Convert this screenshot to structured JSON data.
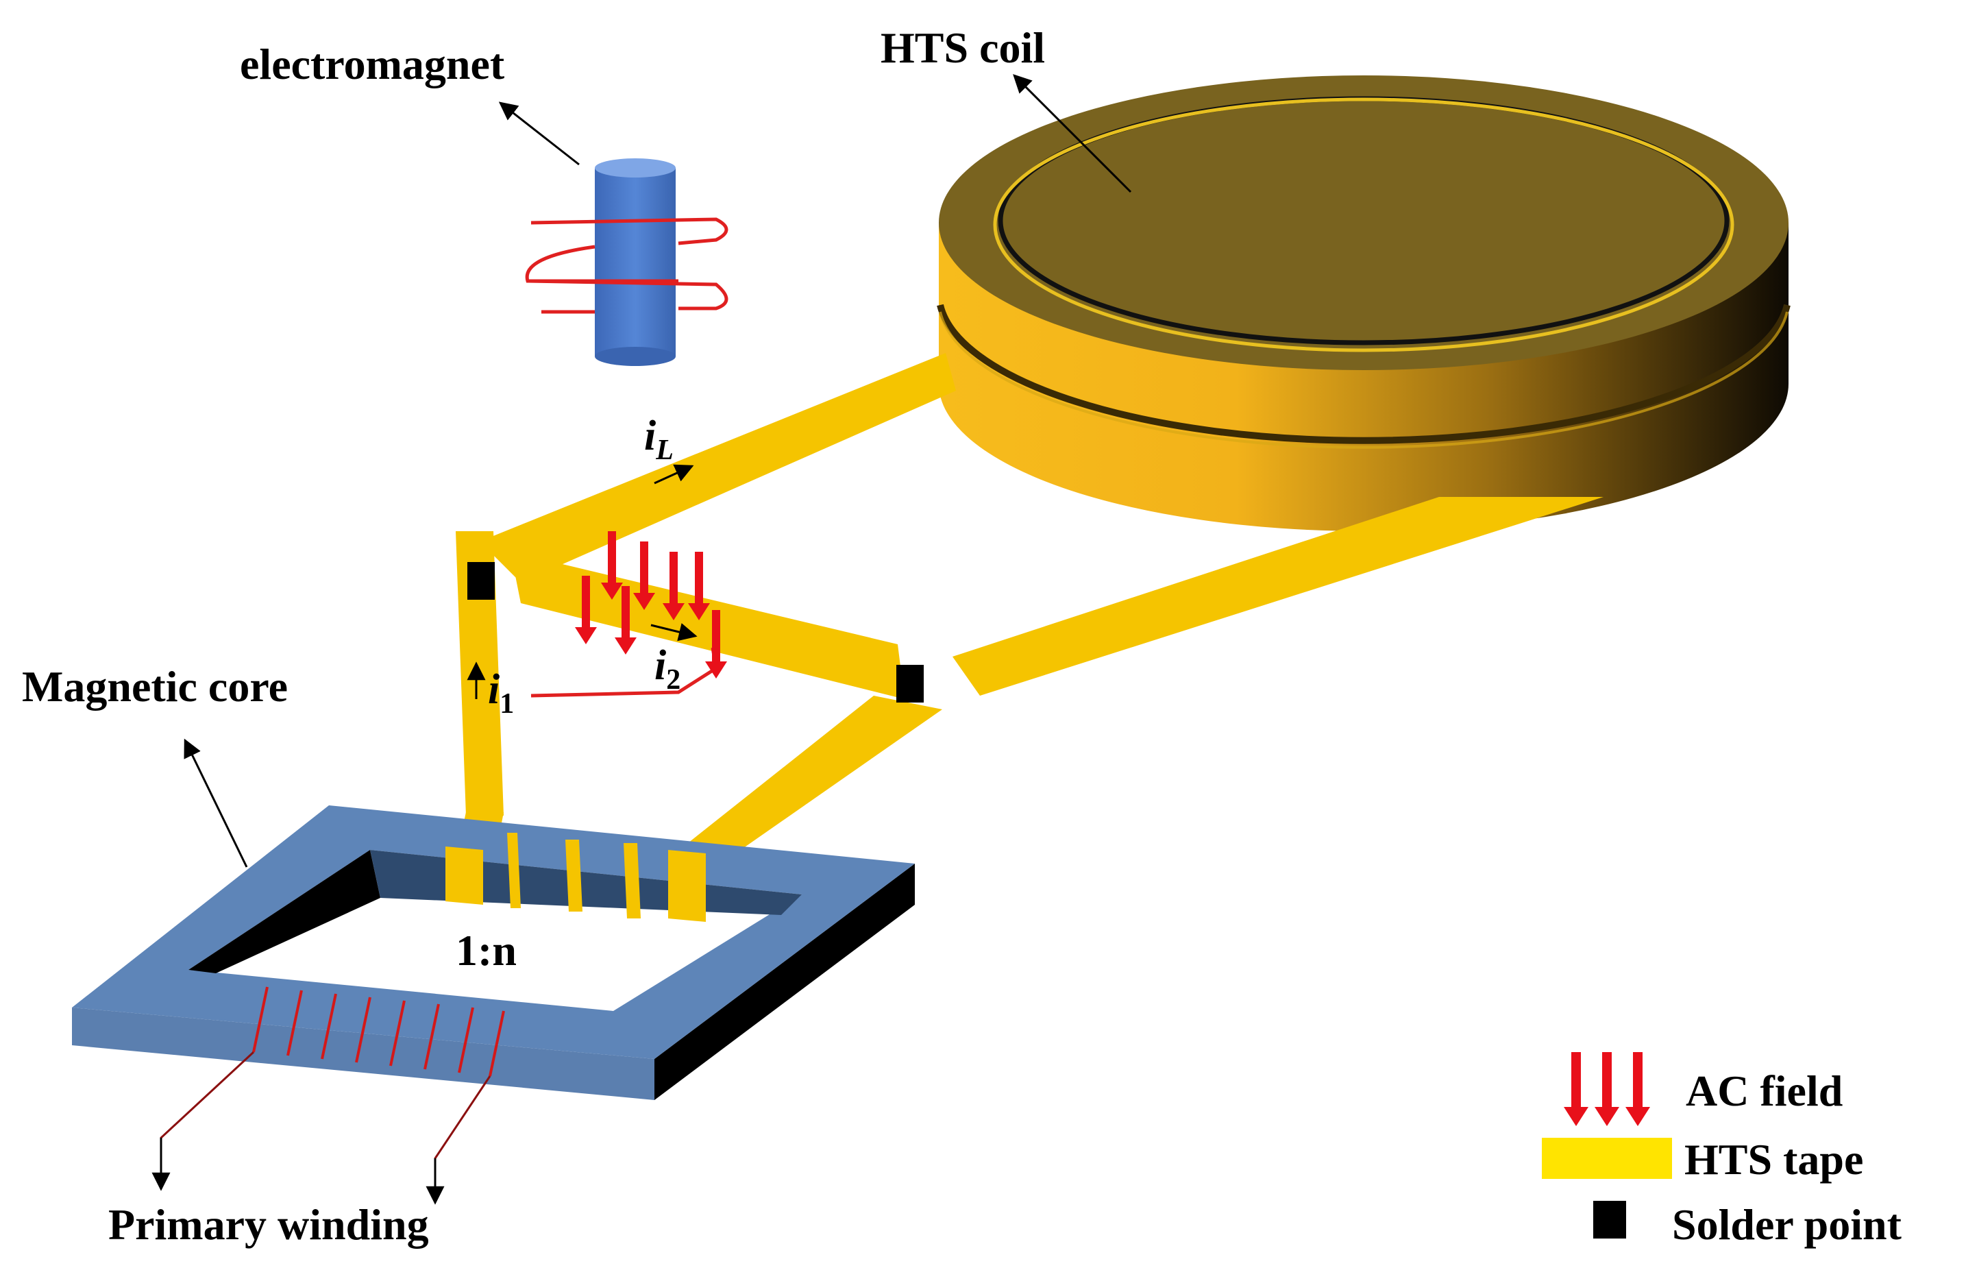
{
  "labels": {
    "electromagnet": "electromagnet",
    "hts_coil": "HTS coil",
    "magnetic_core": "Magnetic core",
    "primary_winding": "Primary winding",
    "ratio": "1:n"
  },
  "currents": {
    "i_L": {
      "main": "i",
      "sub": "L"
    },
    "i_1": {
      "main": "i",
      "sub": "1"
    },
    "i_2": {
      "main": "i",
      "sub": "2"
    }
  },
  "legend": {
    "ac_field": "AC field",
    "hts_tape": "HTS tape",
    "solder_point": "Solder point"
  },
  "colors": {
    "hts_tape": "#F5C400",
    "coil_top": "#7A6420",
    "coil_side_light": "#F4B81A",
    "coil_side_dark": "#1A1406",
    "core_blue": "#5B7FAF",
    "core_dark": "#2E4A6E",
    "electromagnet_blue": "#4A78C8",
    "winding_red": "#E02020",
    "ac_field_red": "#E8101A",
    "solder": "#000000"
  }
}
